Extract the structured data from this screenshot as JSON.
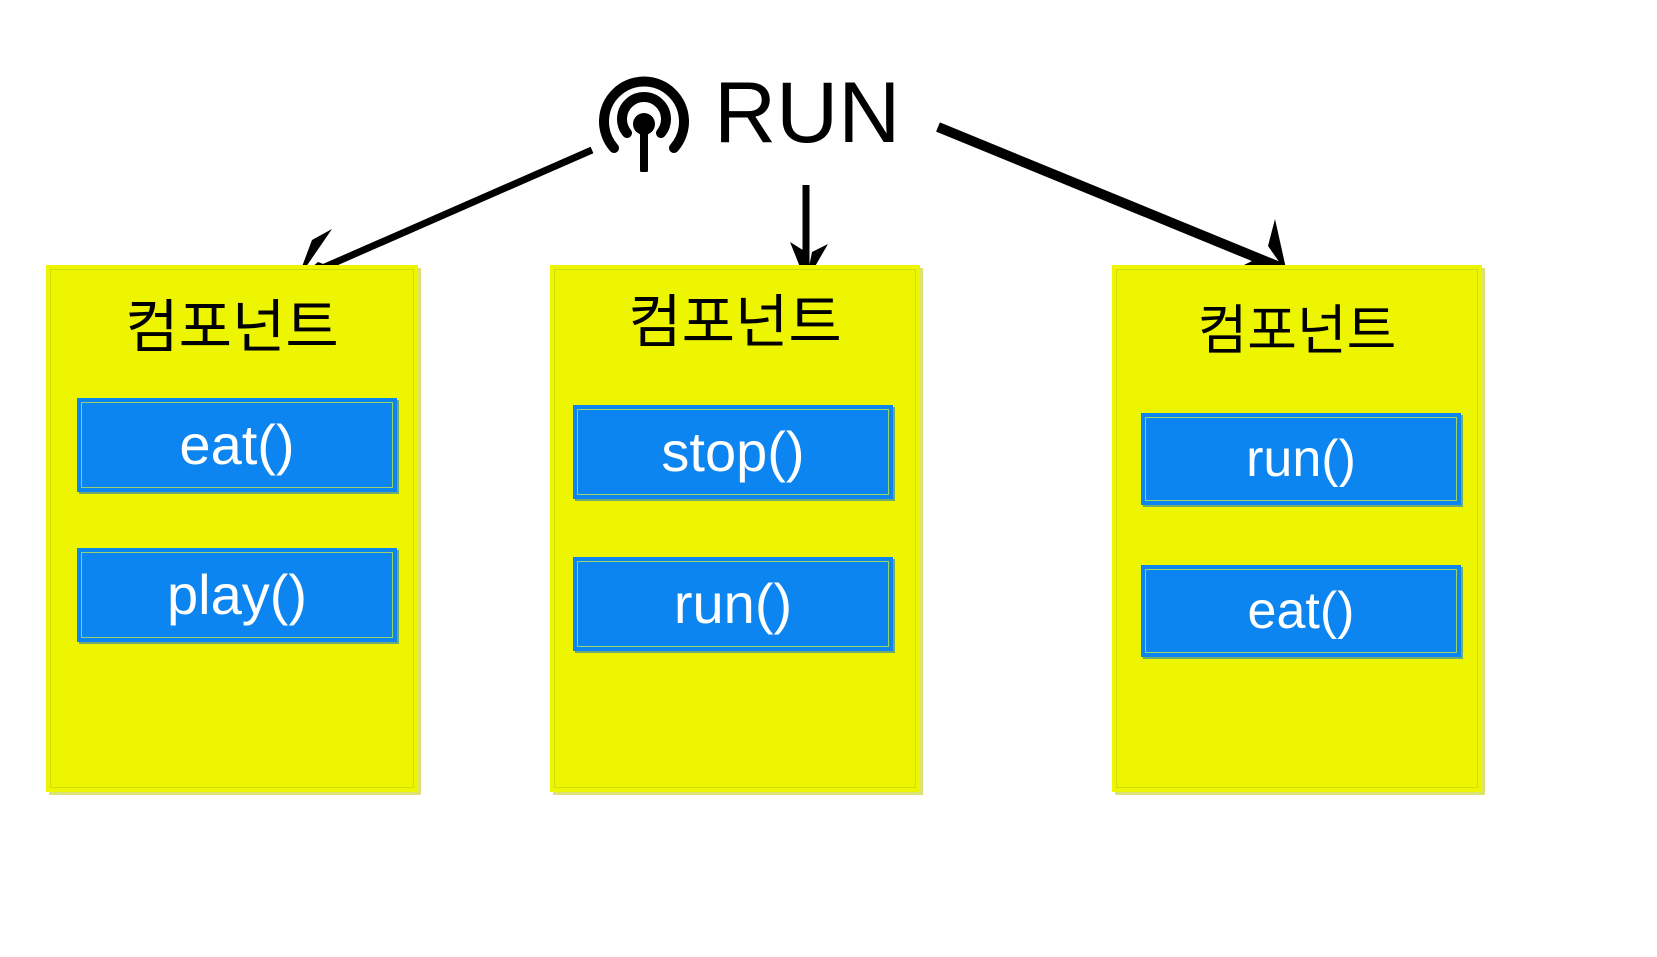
{
  "source": {
    "icon": "broadcast-antenna-icon",
    "label": "RUN"
  },
  "arrows": [
    {
      "name": "arrow-to-component-1",
      "from": "source",
      "to": "component-1",
      "direction": "down-left"
    },
    {
      "name": "arrow-to-component-2",
      "from": "source",
      "to": "component-2",
      "direction": "down"
    },
    {
      "name": "arrow-to-component-3",
      "from": "source",
      "to": "component-3",
      "direction": "down-right"
    }
  ],
  "colors": {
    "card_background": "#EDF500",
    "method_background": "#0C85F0",
    "method_text": "#FFFFFF",
    "title_text": "#000000",
    "arrow": "#000000",
    "page_background": "#FFFFFF"
  },
  "components": [
    {
      "title": "컴포넌트",
      "methods": [
        {
          "label": "eat()"
        },
        {
          "label": "play()"
        }
      ]
    },
    {
      "title": "컴포넌트",
      "methods": [
        {
          "label": "stop()"
        },
        {
          "label": "run()"
        }
      ]
    },
    {
      "title": "컴포넌트",
      "methods": [
        {
          "label": "run()"
        },
        {
          "label": "eat()"
        }
      ]
    }
  ]
}
